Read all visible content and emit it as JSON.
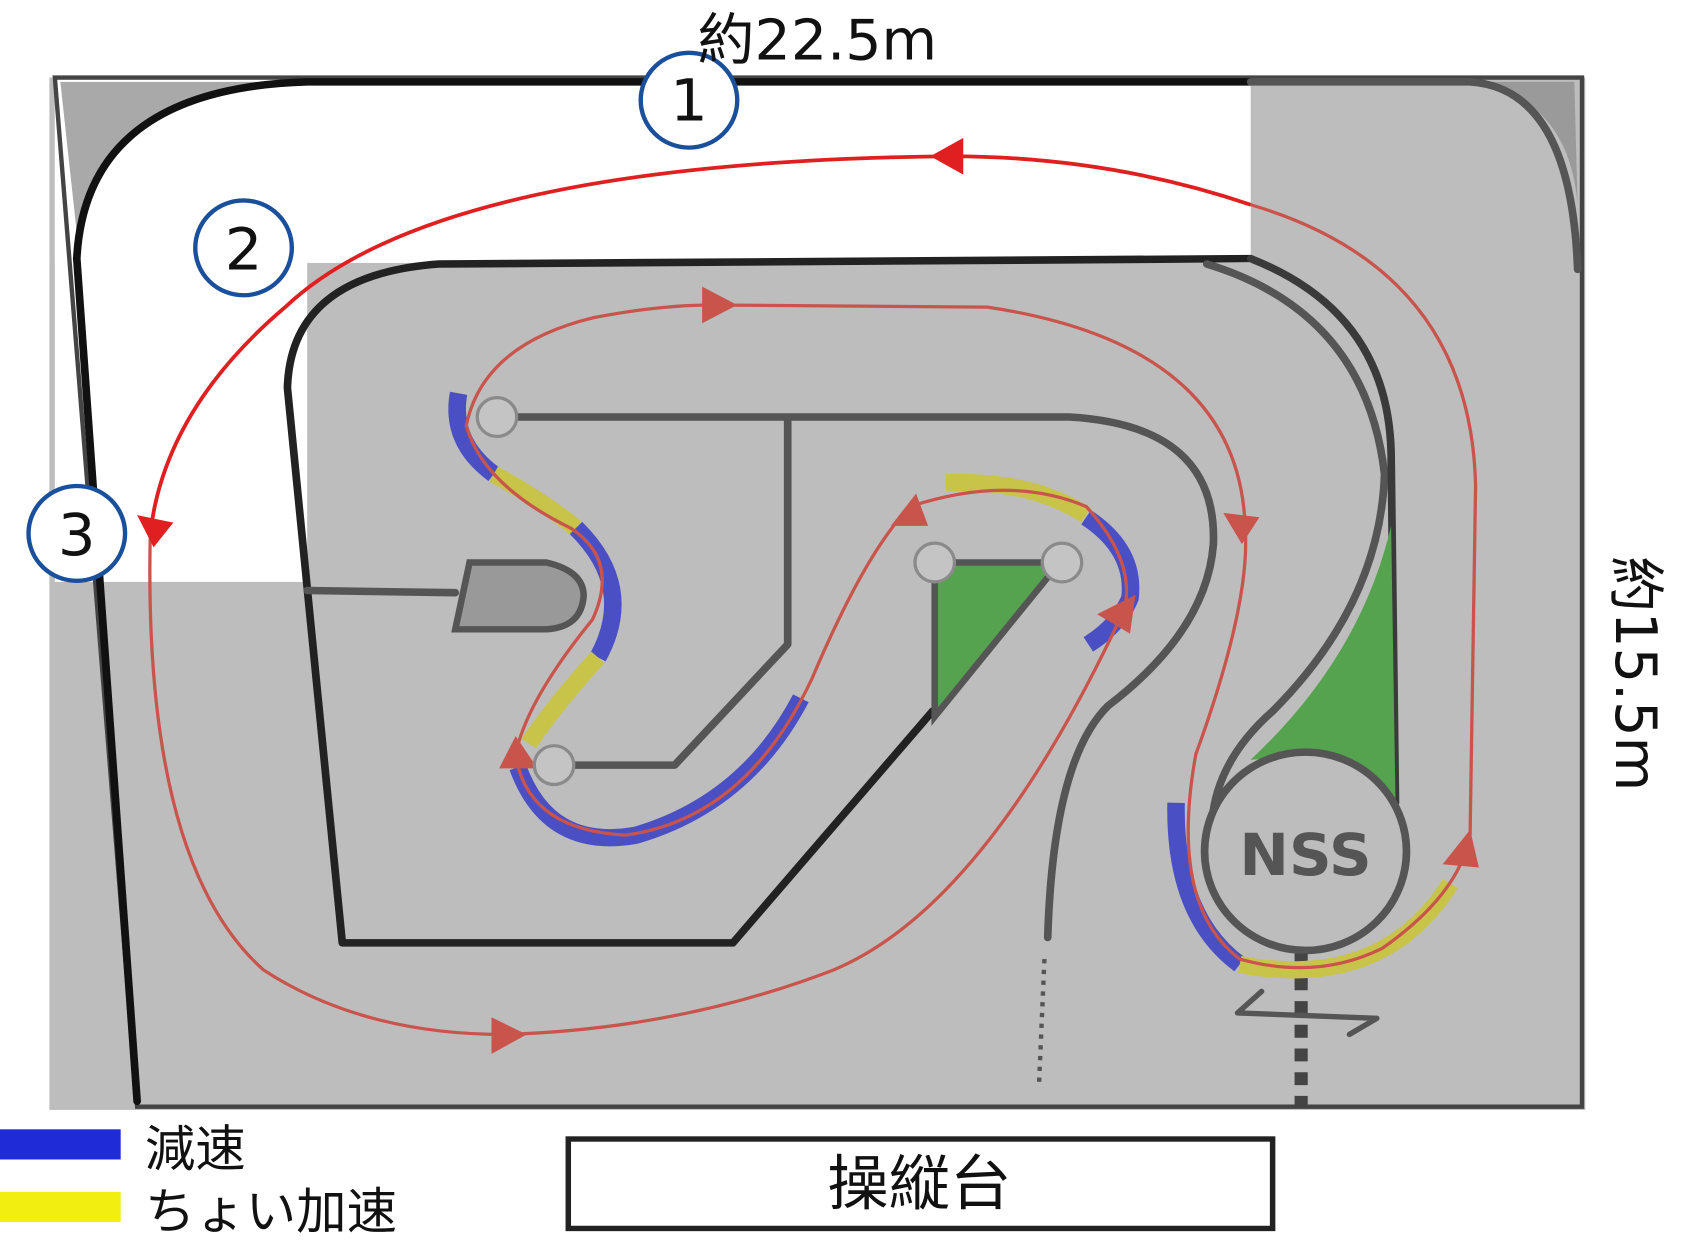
{
  "dimensions": {
    "width_label": "約22.5m",
    "height_label": "約15.5m"
  },
  "markers": [
    {
      "label": "1"
    },
    {
      "label": "2"
    },
    {
      "label": "3"
    }
  ],
  "track": {
    "loop_label": "NSS"
  },
  "operator_stand": {
    "label": "操縦台"
  },
  "legend": [
    {
      "label": "減速",
      "color": "#1f2bd6"
    },
    {
      "label": "ちょい加速",
      "color": "#f2ef10"
    }
  ],
  "colors": {
    "route": "#e02020",
    "marker_ring": "#1a4f9c",
    "grass": "#56a34f",
    "ground": "#bdbdbd"
  }
}
